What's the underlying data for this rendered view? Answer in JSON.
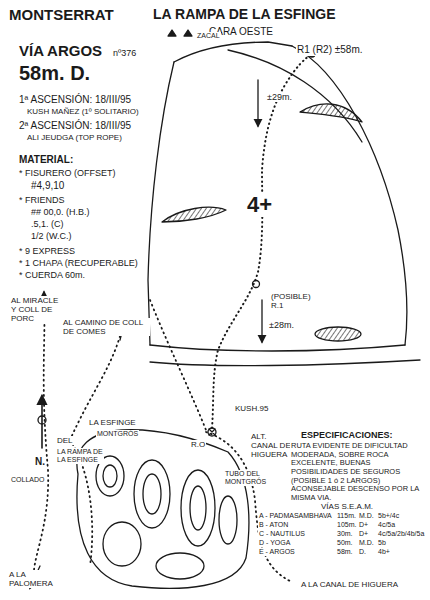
{
  "diagram": {
    "title": "MONTSERRAT",
    "labels": [
      "LA RAMPA DE LA ESFINGE",
      "CARA OESTE",
      "VÍA ARGOS",
      "nº376",
      "58m. D.",
      "1ª ASCENSIÓN: 18/III/95",
      "KUSH MAÑEZ (1º SOLITARIO)",
      "2ª ASCENSIÓN: 18/III/95",
      "ALI JEUDGA (TOP ROPE)",
      "MATERIAL:",
      "* FISURERO (OFFSET)",
      "#4,9,10",
      "* FRIENDS",
      "## 00,0. (H.B.)",
      ".5,1. (C)",
      "1/2 (W.C.)",
      "* 9 EXPRESS",
      "* 1 CHAPA (RECUPERABLE)",
      "* CUERDA 60m.",
      "AL MIRACLE Y COLL DE PORC",
      "AL CAMINO DE COLL DE COMES",
      "N.",
      "DEL",
      "LA ESFINGE",
      "MONTGRÓS",
      "LA RAMPA DE LA ESFINGE",
      "COLLADO",
      "A LA PALOMERA",
      "ZACAL",
      "R1 (R2) ±58m.",
      "±29m.",
      "4+",
      "(POSIBLE) R.1",
      "±28m.",
      "KUSH.95",
      "R.O",
      "ALT. CANAL DE HIGUERA",
      "ESPECIFICACIONES:",
      "RUTA EVIDENTE DE DIFICULTAD MODERADA, SOBRE ROCA EXCELENTE, BUENAS POSIBILIDADES DE SEGUROS (POSIBLE 1 ó 2 LARGOS)",
      "TUBO DEL MONTGRÓS",
      "ACONSEJABLE DESCENSO POR LA MISMA VIA.",
      "VÍAS S.E.A.M.",
      "A - PADMASAMBHAVA",
      "115m.",
      "M.D.",
      "5b+/4c",
      "B - ATON",
      "105m.",
      "D+",
      "4c/5a",
      "C - NAUTILUS",
      "30m.",
      "D+",
      "4c/5a/2b/4b/5a",
      "D - YOGA",
      "50m.",
      "M.D.",
      "5b",
      "E - ARGOS",
      "58m.",
      "D.",
      "4b+",
      "A LA CANAL DE HIGUERA"
    ]
  }
}
